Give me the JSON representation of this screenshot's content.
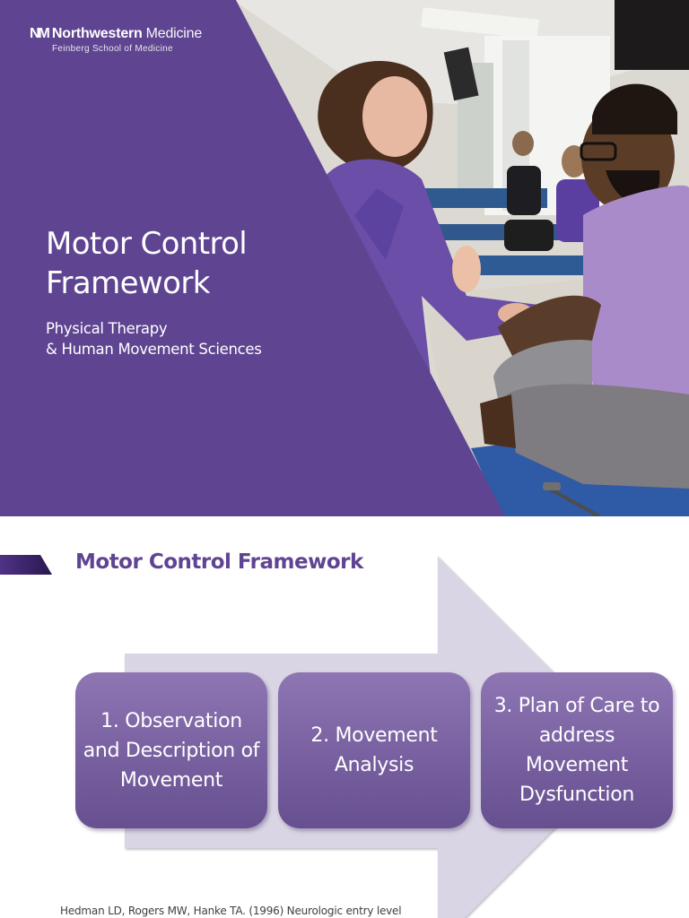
{
  "slide1": {
    "logo": {
      "mark": "NM",
      "name_bold": "Northwestern",
      "name_light": "Medicine",
      "subtitle": "Feinberg School of Medicine"
    },
    "title_line1": "Motor Control",
    "title_line2": "Framework",
    "subtitle_line1": "Physical Therapy",
    "subtitle_line2": "& Human Movement Sciences",
    "photo_alt": "Physical therapy student examining a patient's arm in a therapy lab",
    "colors": {
      "brand_purple": "#5f4591"
    }
  },
  "slide2": {
    "title": "Motor Control Framework",
    "steps": [
      {
        "label": "1. Observation and Description of Movement"
      },
      {
        "label": "2. Movement Analysis"
      },
      {
        "label": "3. Plan of Care to address Movement Dysfunction"
      }
    ],
    "citation": "Hedman LD, Rogers MW, Hanke TA.  (1996) Neurologic entry level",
    "colors": {
      "title": "#5f4591",
      "arrow": "#d9d5e4",
      "box_top": "#8e76b3",
      "box_bottom": "#675090"
    }
  }
}
